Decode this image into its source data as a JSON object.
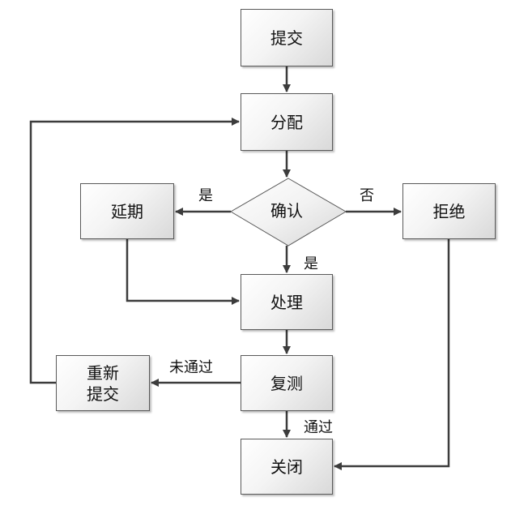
{
  "nodes": {
    "submit": "提交",
    "assign": "分配",
    "confirm": "确认",
    "delay": "延期",
    "reject": "拒绝",
    "process": "处理",
    "retest": "复测",
    "resubmit_line1": "重新",
    "resubmit_line2": "提交",
    "close": "关闭"
  },
  "edges": {
    "yes_left": "是",
    "no": "否",
    "yes_down": "是",
    "not_pass": "未通过",
    "pass": "通过"
  }
}
